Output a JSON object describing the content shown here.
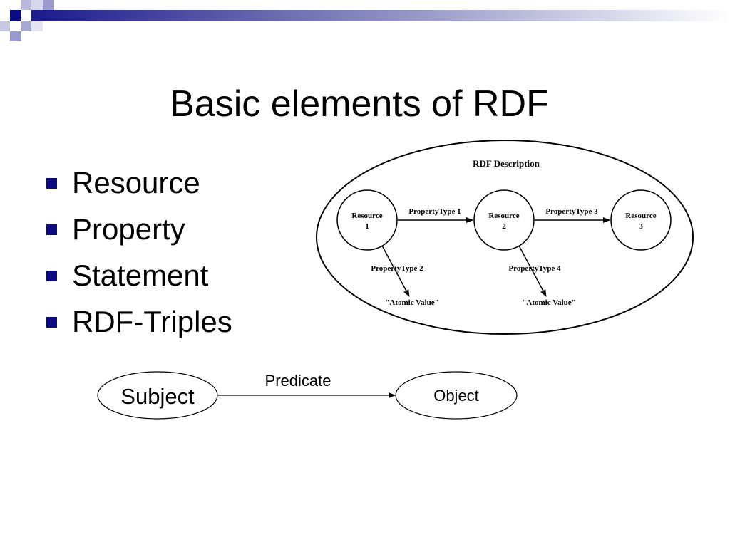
{
  "slide": {
    "title": "Basic elements of RDF",
    "bullets": [
      "Resource",
      "Property",
      "Statement",
      "RDF-Triples"
    ],
    "accent_color": "#0b0b82"
  },
  "rdf_description": {
    "title": "RDF Description",
    "resources": [
      {
        "line1": "Resource",
        "line2": "1"
      },
      {
        "line1": "Resource",
        "line2": "2"
      },
      {
        "line1": "Resource",
        "line2": "3"
      }
    ],
    "properties": {
      "p1": "PropertyType 1",
      "p2": "PropertyType 2",
      "p3": "PropertyType 3",
      "p4": "PropertyType 4"
    },
    "values": {
      "v1": "\"Atomic Value\"",
      "v2": "\"Atomic Value\""
    }
  },
  "triple": {
    "subject": "Subject",
    "predicate": "Predicate",
    "object": "Object"
  }
}
